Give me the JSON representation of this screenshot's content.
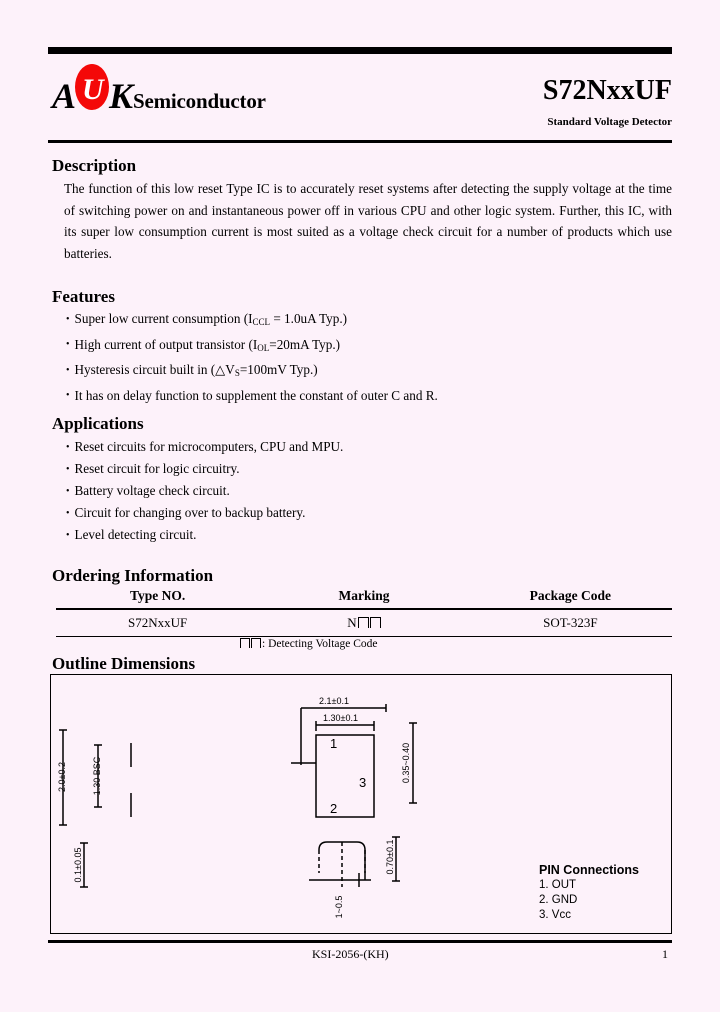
{
  "header": {
    "logo": {
      "a": "A",
      "u": "U",
      "k": "K",
      "word": "Semiconductor"
    },
    "part_number": "S72NxxUF",
    "subtitle": "Standard Voltage Detector"
  },
  "description": {
    "heading": "Description",
    "body": "The function of this low reset Type IC is to accurately reset systems after detecting the supply voltage at the time of switching power on and instantaneous power off in various CPU and other logic system. Further, this IC, with its super low consumption current is most suited as a voltage check circuit for a number of products which use batteries."
  },
  "features": {
    "heading": "Features",
    "items": [
      {
        "pre": "Super low current consumption (I",
        "sub": "CCL",
        "post": " = 1.0uA Typ.)"
      },
      {
        "pre": "High current of output transistor (I",
        "sub": "OL",
        "post": "=20mA Typ.)"
      },
      {
        "pre": "Hysteresis circuit built in (△V",
        "sub": "S",
        "post": "=100mV Typ.)"
      },
      {
        "pre": "It has on delay function to supplement the constant of outer C and R.",
        "sub": "",
        "post": ""
      }
    ]
  },
  "applications": {
    "heading": "Applications",
    "items": [
      "Reset circuits for microcomputers, CPU and MPU.",
      "Reset circuit for logic circuitry.",
      "Battery voltage check circuit.",
      "Circuit for changing over to backup battery.",
      "Level detecting circuit."
    ]
  },
  "ordering": {
    "heading": "Ordering Information",
    "columns": [
      "Type NO.",
      "Marking",
      "Package Code"
    ],
    "rows": [
      {
        "type_no": "S72NxxUF",
        "marking_prefix": "N",
        "package_code": "SOT-323F"
      }
    ],
    "note": ": Detecting Voltage Code"
  },
  "outline": {
    "heading": "Outline Dimensions",
    "dimensions": {
      "top_width": "2.1±0.1",
      "inner_width": "1.30±0.1",
      "left_height": "2.0±0.2",
      "left_bsc": "1.30 BSC",
      "right_lead": "0.35~0.40",
      "foot_thickness": "0.1±0.05",
      "body_height": "0.70±0.1",
      "lead_pitch": "1~0.5"
    },
    "pin_labels": {
      "p1": "1",
      "p2": "2",
      "p3": "3"
    },
    "pin_connections": {
      "title": "PIN Connections",
      "items": [
        "1. OUT",
        "2. GND",
        "3. Vcc"
      ]
    }
  },
  "footer": {
    "doc_code": "KSI-2056-(KH)",
    "page": "1"
  },
  "colors": {
    "page_bg": "#fdf2fa",
    "logo_red": "#f40808",
    "ink": "#000000"
  }
}
